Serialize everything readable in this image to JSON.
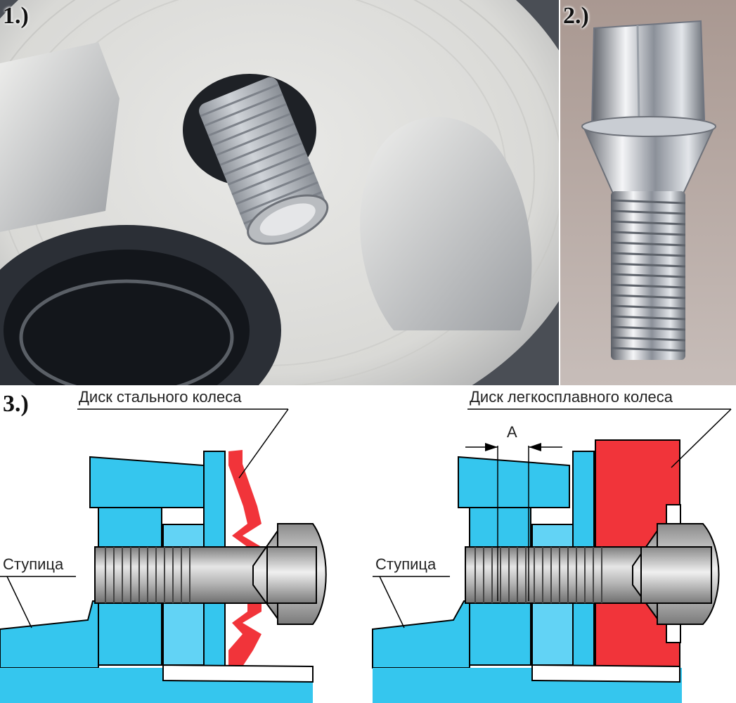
{
  "panels": {
    "photo_hub": {
      "label": "1.)"
    },
    "photo_bolt": {
      "label": "2.)"
    },
    "diagram": {
      "label": "3.)",
      "left": {
        "wheel_label": "Диск стального колеса",
        "hub_label": "Ступица"
      },
      "right": {
        "wheel_label": "Диск легкосплавного колеса",
        "hub_label": "Ступица",
        "gap_label": "A"
      }
    }
  },
  "colors": {
    "hub_blue": "#35c6ee",
    "light_blue": "#62d3f5",
    "wheel_red": "#f1343a",
    "metal": "#c8c8c8",
    "outline": "#000000"
  }
}
